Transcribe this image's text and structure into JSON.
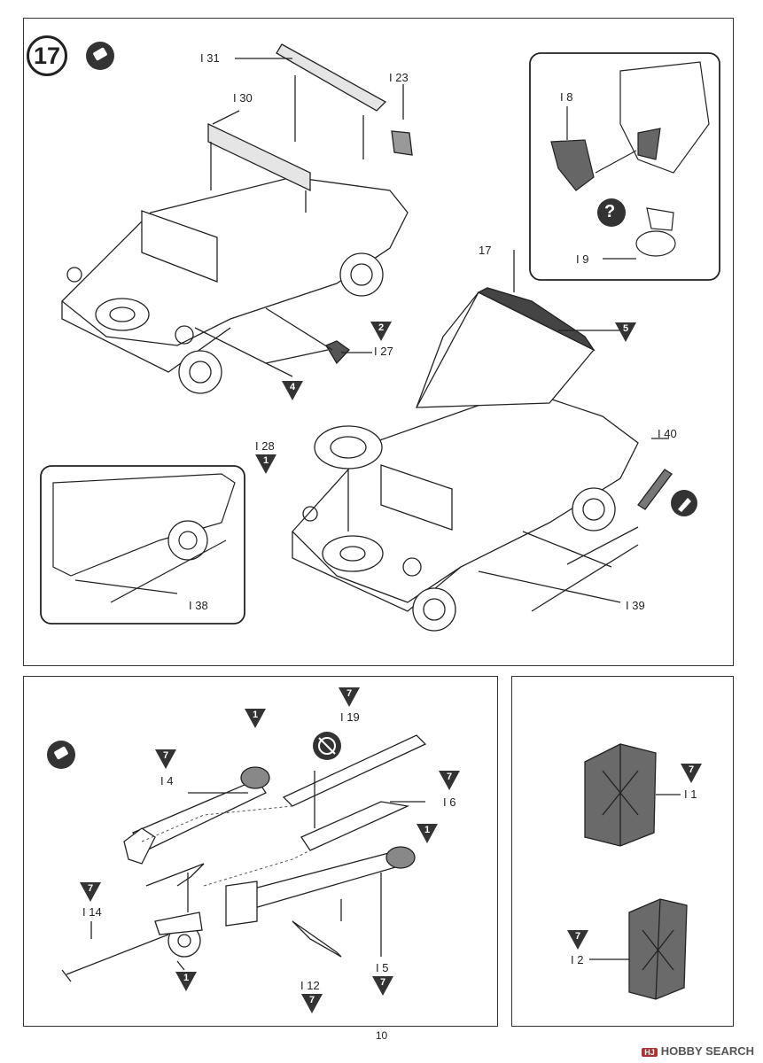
{
  "step": {
    "number": "17"
  },
  "page_number": "10",
  "watermark": {
    "icon": "HJ",
    "text": "HOBBY SEARCH"
  },
  "top_panel": {
    "labels": {
      "i31": "I 31",
      "i30": "I 30",
      "i23": "I 23",
      "i27": "I 27",
      "i28": "I 28",
      "i17": "17",
      "i40": "I 40",
      "i38": "I 38",
      "i39": "I 39"
    },
    "markers": {
      "m2": "2",
      "m4": "4",
      "m5": "5",
      "m1": "1"
    },
    "inset_right": {
      "i8": "I 8",
      "i9": "I 9",
      "question": "?"
    }
  },
  "bottom_left_panel": {
    "labels": {
      "i19": "I 19",
      "i4": "I 4",
      "i6": "I 6",
      "i14": "I 14",
      "i5": "I 5",
      "i12": "I 12"
    },
    "markers": {
      "a": "1",
      "b": "7",
      "c": "7",
      "d": "7",
      "e": "1",
      "f": "7",
      "g": "1",
      "h": "7",
      "i": "7"
    }
  },
  "bottom_right_panel": {
    "labels": {
      "i1": "I 1",
      "i2": "I 2"
    },
    "markers": {
      "a": "7",
      "b": "7"
    }
  },
  "colors": {
    "ink": "#222222",
    "shade": "#555555",
    "paint": "#6a6a6a"
  }
}
